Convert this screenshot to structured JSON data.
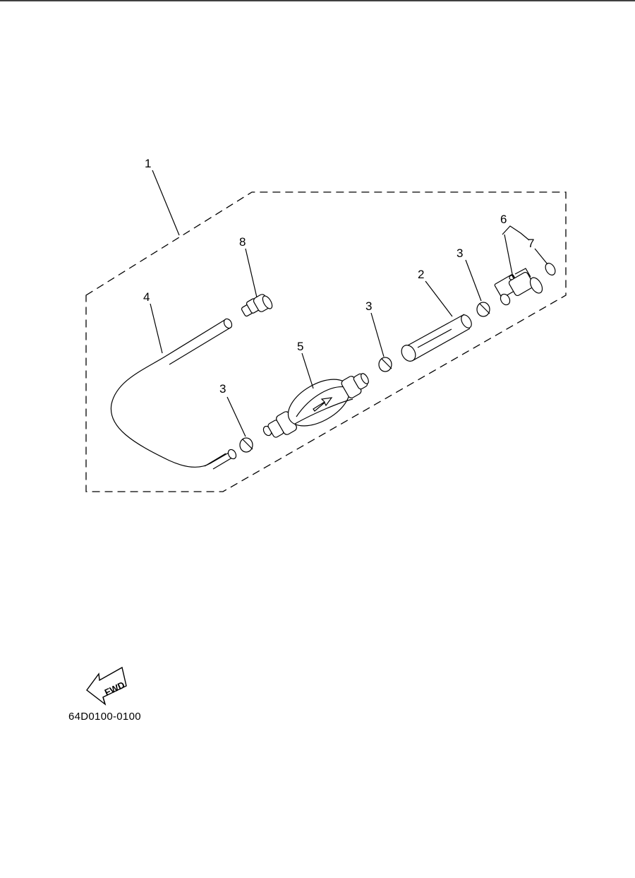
{
  "callouts": {
    "c1": "1",
    "c2": "2",
    "c3a": "3",
    "c3b": "3",
    "c3c": "3",
    "c4": "4",
    "c5": "5",
    "c6": "6",
    "c7": "7",
    "c8": "8"
  },
  "fwd_label": "FWD",
  "diagram_code": "64D0100-0100",
  "icons": {
    "fwd": "fwd-arrow-icon"
  }
}
